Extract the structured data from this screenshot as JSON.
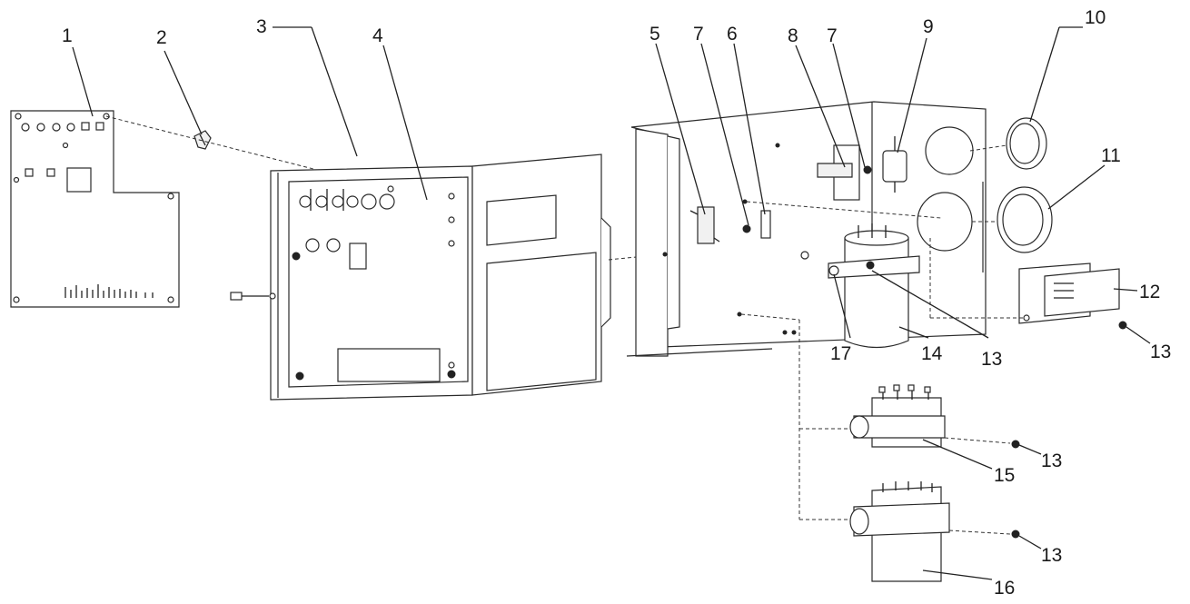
{
  "labels": {
    "l1": "1",
    "l2": "2",
    "l3": "3",
    "l4": "4",
    "l5": "5",
    "l7a": "7",
    "l6": "6",
    "l8": "8",
    "l7b": "7",
    "l9": "9",
    "l10": "10",
    "l11": "11",
    "l12": "12",
    "l13a": "13",
    "l13b": "13",
    "l14": "14",
    "l17": "17",
    "l13c": "13",
    "l15": "15",
    "l13d": "13",
    "l16": "16"
  }
}
